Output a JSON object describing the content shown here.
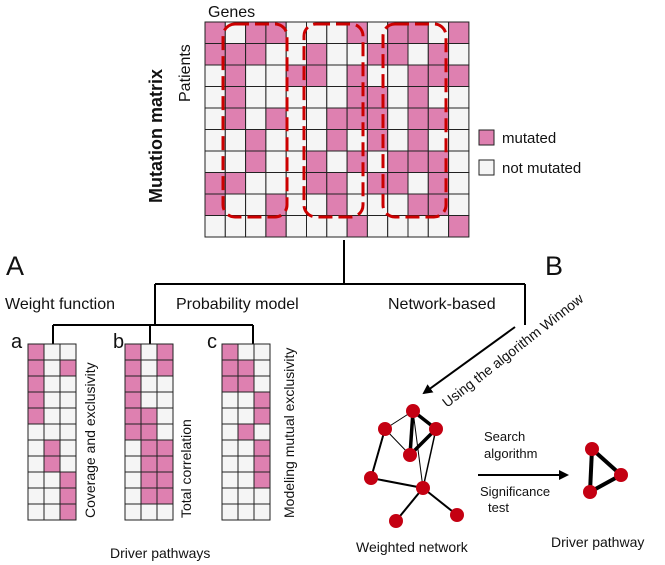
{
  "colors": {
    "mutated": "#DE80B0",
    "not_mutated": "#F5F5F5",
    "highlight": "#CC0000",
    "node": "#C40012",
    "line": "#000000"
  },
  "matrix": {
    "title": "Mutation matrix",
    "genes_label": "Genes",
    "patients_label": "Patients",
    "rows": [
      [
        1,
        0,
        1,
        1,
        0,
        0,
        0,
        1,
        0,
        1,
        1,
        0,
        1
      ],
      [
        1,
        1,
        1,
        0,
        0,
        1,
        0,
        0,
        1,
        1,
        0,
        1,
        0
      ],
      [
        0,
        1,
        0,
        0,
        1,
        1,
        0,
        1,
        0,
        0,
        1,
        1,
        1
      ],
      [
        0,
        1,
        0,
        0,
        0,
        0,
        0,
        1,
        1,
        0,
        1,
        0,
        0
      ],
      [
        0,
        1,
        0,
        1,
        0,
        0,
        1,
        1,
        1,
        0,
        1,
        1,
        0
      ],
      [
        0,
        0,
        1,
        0,
        0,
        0,
        1,
        0,
        1,
        0,
        1,
        0,
        0
      ],
      [
        0,
        0,
        1,
        0,
        0,
        1,
        0,
        1,
        0,
        1,
        1,
        1,
        0
      ],
      [
        1,
        1,
        0,
        0,
        0,
        1,
        1,
        0,
        1,
        1,
        0,
        1,
        0
      ],
      [
        1,
        0,
        0,
        1,
        0,
        0,
        1,
        0,
        0,
        0,
        1,
        1,
        0
      ],
      [
        0,
        0,
        0,
        1,
        0,
        0,
        0,
        1,
        0,
        0,
        0,
        0,
        1
      ]
    ]
  },
  "legend": {
    "mutated": "mutated",
    "not_mutated": "not mutated"
  },
  "approaches": {
    "panel_A": "A",
    "panel_B": "B",
    "weight_function": "Weight function",
    "probability_model": "Probability model",
    "network_based": "Network-based"
  },
  "methods": [
    {
      "letter": "a",
      "label": "Coverage and exclusivity",
      "cells": [
        [
          1,
          0,
          0
        ],
        [
          1,
          0,
          1
        ],
        [
          1,
          0,
          0
        ],
        [
          1,
          0,
          0
        ],
        [
          1,
          0,
          0
        ],
        [
          0,
          0,
          0
        ],
        [
          0,
          1,
          0
        ],
        [
          0,
          1,
          0
        ],
        [
          0,
          0,
          1
        ],
        [
          0,
          0,
          1
        ],
        [
          0,
          0,
          1
        ]
      ]
    },
    {
      "letter": "b",
      "label": "Total correlation",
      "cells": [
        [
          1,
          0,
          1
        ],
        [
          1,
          0,
          1
        ],
        [
          1,
          0,
          0
        ],
        [
          1,
          0,
          0
        ],
        [
          1,
          1,
          0
        ],
        [
          1,
          1,
          0
        ],
        [
          0,
          1,
          1
        ],
        [
          0,
          1,
          1
        ],
        [
          0,
          1,
          1
        ],
        [
          0,
          1,
          1
        ],
        [
          0,
          0,
          0
        ]
      ]
    },
    {
      "letter": "c",
      "label": "Modeling mutual exclusivity",
      "cells": [
        [
          1,
          0,
          0
        ],
        [
          1,
          1,
          0
        ],
        [
          1,
          1,
          0
        ],
        [
          0,
          0,
          1
        ],
        [
          0,
          0,
          1
        ],
        [
          0,
          1,
          0
        ],
        [
          0,
          0,
          1
        ],
        [
          0,
          0,
          1
        ],
        [
          0,
          0,
          1
        ],
        [
          0,
          0,
          0
        ],
        [
          0,
          0,
          0
        ]
      ]
    }
  ],
  "driver_pathways_label": "Driver pathways",
  "network": {
    "arrow_label": "Using the algorithm Winnow",
    "weighted_network_label": "Weighted network",
    "search_label_1": "Search",
    "search_label_2": "algorithm",
    "significance_label_1": "Significance",
    "significance_label_2": "test",
    "driver_pathway_label": "Driver pathway"
  }
}
